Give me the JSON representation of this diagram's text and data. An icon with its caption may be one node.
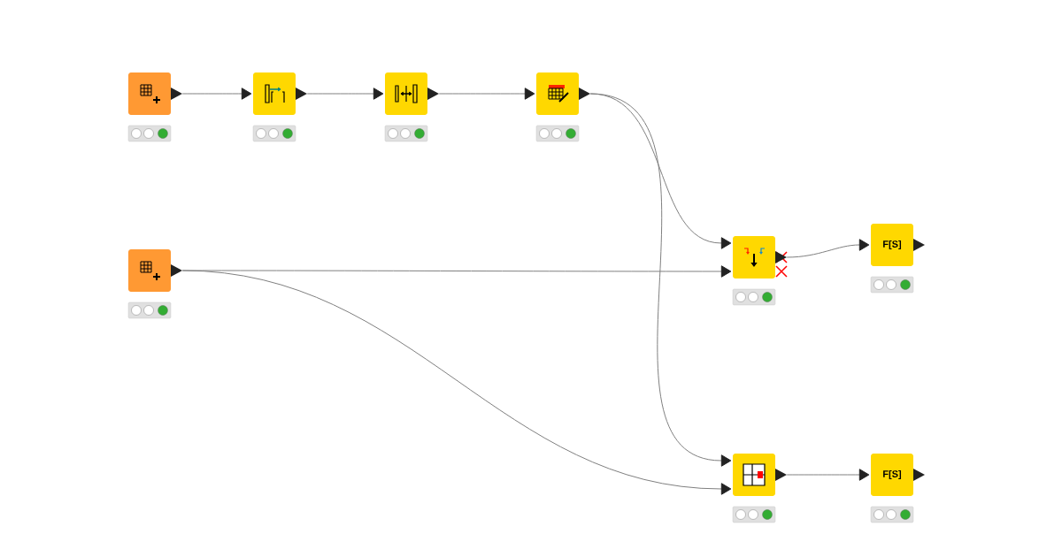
{
  "diagram": {
    "nodes": [
      {
        "text": [],
        "shape": "box"
      },
      {
        "text": [],
        "shape": "box"
      },
      {
        "text": [],
        "shape": "box"
      },
      {
        "text": [],
        "shape": "box"
      },
      {
        "text": [],
        "shape": "box"
      },
      {
        "text": [],
        "shape": "box"
      },
      {
        "text": [
          "F[S]"
        ]
      },
      {
        "text": [],
        "shape": "box"
      },
      {
        "text": [
          "F[S]"
        ]
      }
    ],
    "edges": [
      {
        "from": 0,
        "to": 1,
        "arrow": "to"
      },
      {
        "from": 1,
        "to": 2,
        "arrow": "to"
      },
      {
        "from": 2,
        "to": 3,
        "arrow": "to"
      },
      {
        "from": 3,
        "to": 5,
        "arrow": "to"
      },
      {
        "from": 3,
        "to": 7,
        "arrow": "to"
      },
      {
        "from": 4,
        "to": 5,
        "arrow": "to"
      },
      {
        "from": 4,
        "to": 7,
        "arrow": "to"
      },
      {
        "from": 5,
        "to": 6,
        "arrow": "to"
      },
      {
        "from": 7,
        "to": 8,
        "arrow": "to"
      }
    ]
  }
}
